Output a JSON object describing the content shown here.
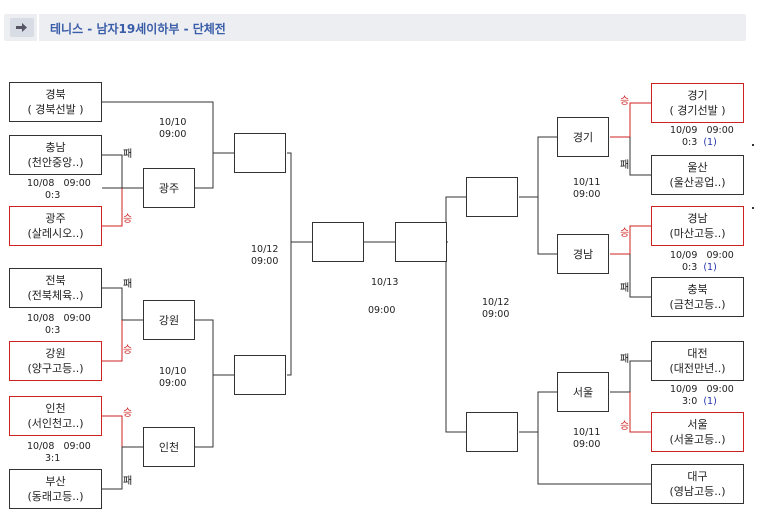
{
  "header": {
    "title": "테니스 - 남자19세이하부 - 단체전"
  },
  "colors": {
    "win": "#cc2222",
    "line": "#333333",
    "accent": "#3a5da8",
    "score_blue": "#2233aa"
  },
  "left": {
    "teams": [
      {
        "name": "경북",
        "school": "( 경북선발 )"
      },
      {
        "name": "충남",
        "school": "(천안중앙..)"
      },
      {
        "name": "광주",
        "school": "(살레시오..)"
      },
      {
        "name": "전북",
        "school": "(전북체육..)"
      },
      {
        "name": "강원",
        "school": "(양구고등..)"
      },
      {
        "name": "인천",
        "school": "(서인천고..)"
      },
      {
        "name": "부산",
        "school": "(동래고등..)"
      }
    ],
    "nodes": [
      "광주",
      "강원",
      "인천"
    ],
    "dates": [
      {
        "date": "10/10",
        "time": "09:00"
      },
      {
        "date": "10/08",
        "time": "09:00",
        "score": "0:3"
      },
      {
        "date": "10/08",
        "time": "09:00",
        "score": "0:3"
      },
      {
        "date": "10/10",
        "time": "09:00"
      },
      {
        "date": "10/08",
        "time": "09:00",
        "score": "3:1"
      },
      {
        "date": "10/12",
        "time": "09:00"
      }
    ]
  },
  "right": {
    "teams": [
      {
        "name": "경기",
        "school": "( 경기선발 )"
      },
      {
        "name": "울산",
        "school": "(울산공업..)"
      },
      {
        "name": "경남",
        "school": "(마산고등..)"
      },
      {
        "name": "충북",
        "school": "(금천고등..)"
      },
      {
        "name": "대전",
        "school": "(대전만년..)"
      },
      {
        "name": "서울",
        "school": "(서울고등..)"
      },
      {
        "name": "대구",
        "school": "(영남고등..)"
      }
    ],
    "nodes": [
      "경기",
      "경남",
      "서울"
    ],
    "dates": [
      {
        "date": "10/09",
        "time": "09:00",
        "score": "0:3",
        "extra": "(1)"
      },
      {
        "date": "10/11",
        "time": "09:00"
      },
      {
        "date": "10/09",
        "time": "09:00",
        "score": "0:3",
        "extra": "(1)"
      },
      {
        "date": "10/12",
        "time": "09:00"
      },
      {
        "date": "10/09",
        "time": "09:00",
        "score": "3:0",
        "extra": "(1)"
      },
      {
        "date": "10/11",
        "time": "09:00"
      }
    ]
  },
  "final": {
    "date": "10/13",
    "time": "09:00"
  },
  "labels": {
    "win": "승",
    "loss": "패"
  }
}
